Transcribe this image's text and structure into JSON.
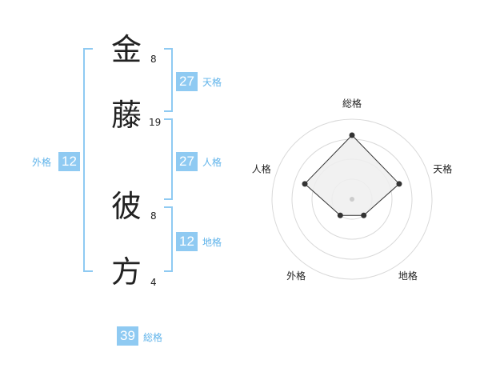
{
  "name": {
    "characters": [
      {
        "char": "金",
        "strokes": "8"
      },
      {
        "char": "藤",
        "strokes": "19"
      },
      {
        "char": "彼",
        "strokes": "8"
      },
      {
        "char": "方",
        "strokes": "4"
      }
    ]
  },
  "scores": {
    "tenkaku": {
      "value": "27",
      "label": "天格"
    },
    "jinkaku": {
      "value": "27",
      "label": "人格"
    },
    "chikaku": {
      "value": "12",
      "label": "地格"
    },
    "gaikaku": {
      "value": "12",
      "label": "外格"
    },
    "soukaku": {
      "value": "39",
      "label": "総格"
    }
  },
  "colors": {
    "accent": "#8fcaf2",
    "accent_text": "#5fb3ea",
    "text": "#222222",
    "ring": "#d9d9d9",
    "area_fill": "#efefef"
  },
  "chart_data": {
    "type": "radar",
    "axes": [
      "総格",
      "天格",
      "地格",
      "外格",
      "人格"
    ],
    "values": [
      0.8,
      0.62,
      0.25,
      0.25,
      0.62
    ],
    "max": 1,
    "rings": 4
  }
}
